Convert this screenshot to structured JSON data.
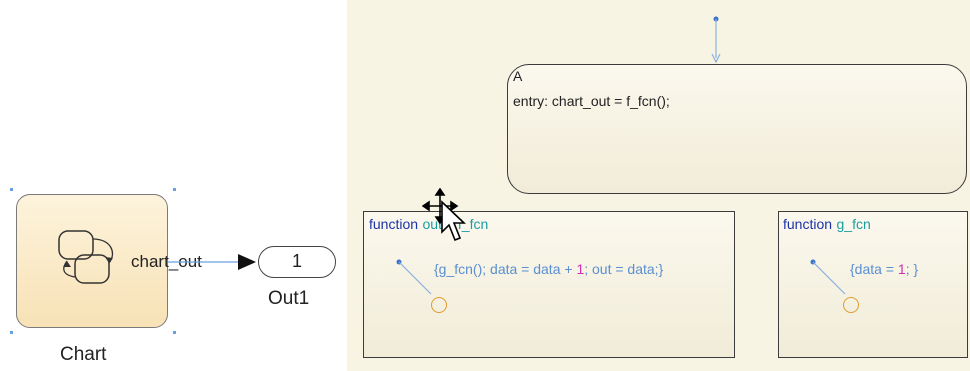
{
  "simulink": {
    "chart_block": {
      "port_label": "chart_out",
      "caption": "Chart"
    },
    "outport": {
      "number": "1",
      "caption": "Out1"
    }
  },
  "stateflow": {
    "state_a": {
      "name": "A",
      "action": "entry: chart_out = f_fcn();"
    },
    "fn_f": {
      "keyword": "function",
      "signature_rest": "out = f_fcn",
      "action_parts": [
        "{g_fcn(); data = data + ",
        "1",
        "; out = data;}"
      ]
    },
    "fn_g": {
      "keyword": "function",
      "signature_rest": "g_fcn",
      "action_parts": [
        "{data = ",
        "1",
        "; }"
      ]
    }
  },
  "colors": {
    "canvas_bg": "#f8f4e3",
    "keyword": "#1c33a8",
    "function_name": "#1a9ea3",
    "action_text": "#5a8fd1",
    "number": "#d02fb3",
    "junction": "#e39a2c",
    "signal_line": "#6aa0e0"
  },
  "icons": [
    "chart-glyph-icon",
    "move-cursor-icon",
    "arrow-pointer-icon"
  ]
}
